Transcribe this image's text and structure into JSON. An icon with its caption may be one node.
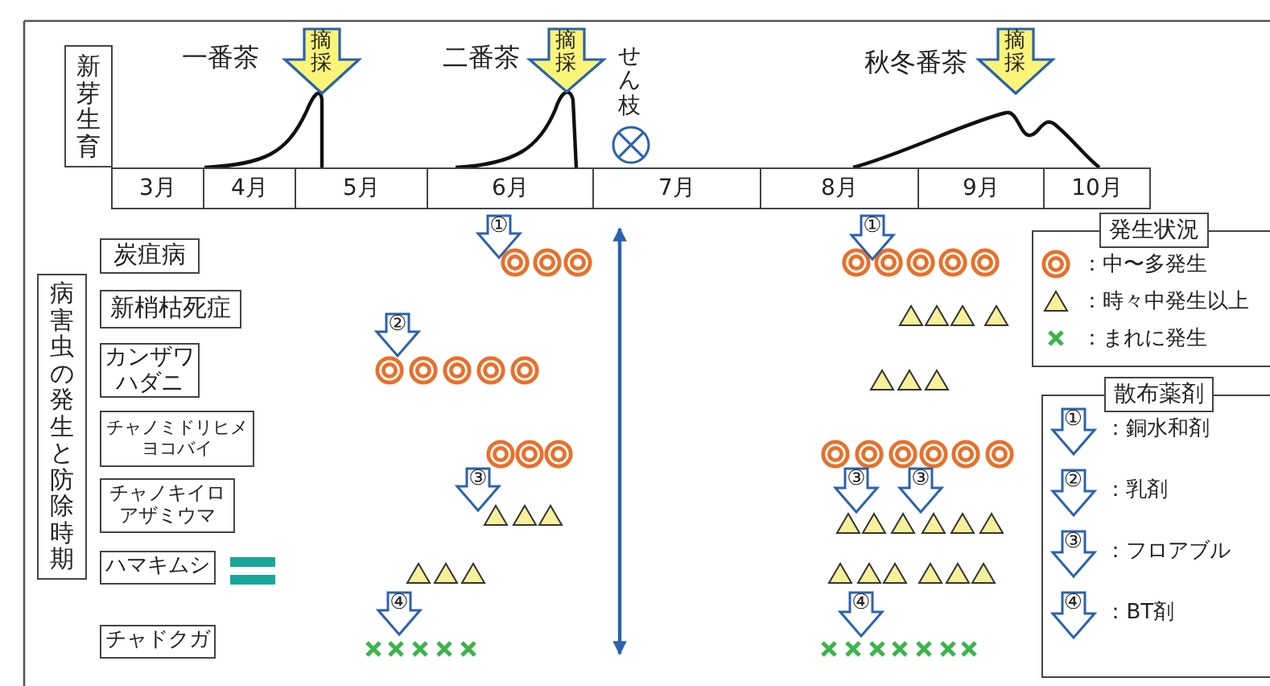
{
  "diagram": {
    "nodes": [
      {
        "text": [
          "新芽生育"
        ]
      },
      {
        "text": [
          "摘採"
        ]
      },
      {
        "text": [
          "摘採"
        ]
      },
      {
        "text": [
          "摘採"
        ]
      },
      {
        "text": [
          "病害虫の発生と防除時期"
        ]
      },
      {
        "text": [
          "炭疽病"
        ]
      },
      {
        "text": [
          "新梢枯死症"
        ]
      },
      {
        "text": [
          "カンザワハダニ"
        ]
      },
      {
        "text": [
          "チャノミドリヒメヨコバイ"
        ]
      },
      {
        "text": [
          "チャノキイロアザミウマ"
        ]
      },
      {
        "text": [
          "ハマキムシ"
        ]
      },
      {
        "text": [
          "チャドクガ"
        ]
      },
      {
        "text": [
          "①"
        ]
      },
      {
        "text": [
          "①"
        ]
      },
      {
        "text": [
          "②"
        ]
      },
      {
        "text": [
          "③"
        ]
      },
      {
        "text": [
          "③"
        ]
      },
      {
        "text": [
          "③"
        ]
      },
      {
        "text": [
          "④"
        ]
      },
      {
        "text": [
          "④"
        ]
      },
      {
        "text": [
          "発生状況"
        ]
      },
      {
        "text": [
          "散布薬剤"
        ]
      },
      {
        "text": [
          "①"
        ],
        "in": 21,
        "beside": [
          "：銅水和剤"
        ]
      },
      {
        "text": [
          "②"
        ],
        "in": 21,
        "beside": [
          "：乳剤"
        ]
      },
      {
        "text": [
          "③"
        ],
        "in": 21,
        "beside": [
          "：フロアブル"
        ]
      },
      {
        "text": [
          "④"
        ],
        "in": 21,
        "beside": [
          "：BT剤"
        ]
      }
    ],
    "labels": [
      "一番茶",
      "二番茶",
      "せん枝",
      "秋冬番茶",
      "3月",
      "4月",
      "5月",
      "6月",
      "7月",
      "8月",
      "9月",
      "10月"
    ],
    "legend": [
      {
        "text": "：中〜多発生"
      },
      {
        "text": "：時々中発生以上"
      },
      {
        "text": "：まれに発生"
      }
    ]
  }
}
